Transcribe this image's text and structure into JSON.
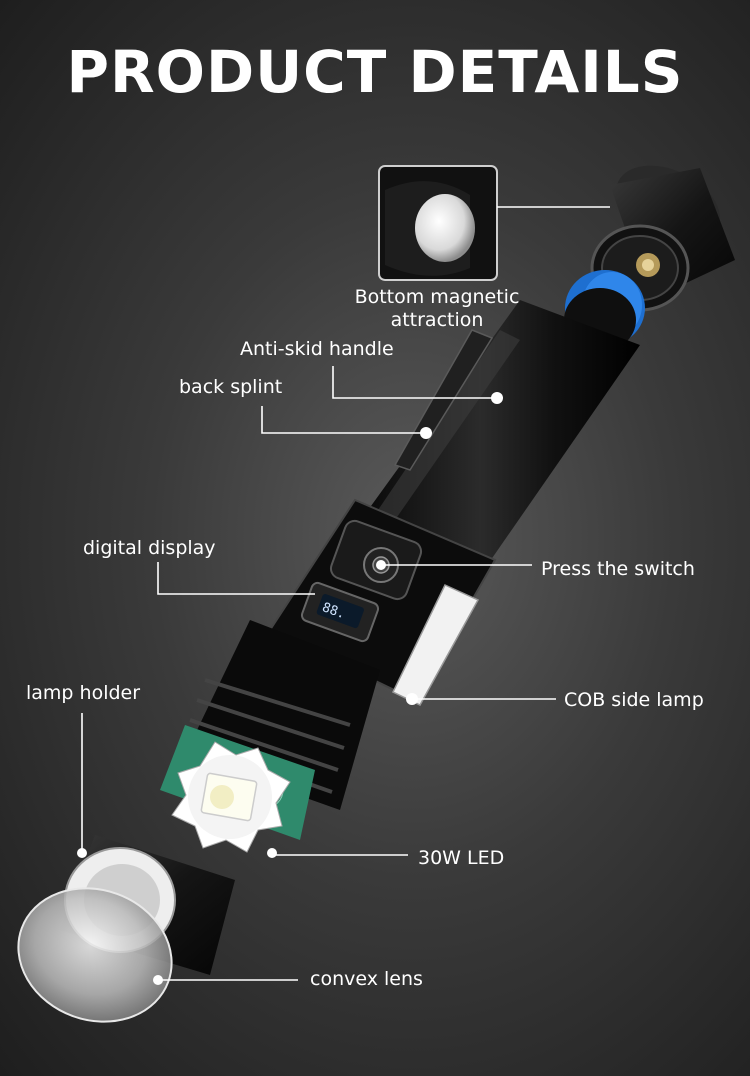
{
  "header": {
    "title": "PRODUCT DETAILS"
  },
  "callouts": {
    "bottom_magnetic_line1": "Bottom magnetic",
    "bottom_magnetic_line2": "attraction",
    "anti_skid_handle": "Anti-skid handle",
    "back_splint": "back splint",
    "digital_display": "digital display",
    "press_the_switch": "Press the switch",
    "lamp_holder": "lamp holder",
    "cob_side_lamp": "COB side lamp",
    "led": "30W LED",
    "convex_lens": "convex lens"
  },
  "colors": {
    "background": "#3a3a3a",
    "text": "#ffffff",
    "flashlight_body": "#141414",
    "battery_ring": "#1e6fd0",
    "cob_lamp": "#f2f2f2",
    "pcb": "#2f8a6c"
  },
  "icons": [
    "flashlight-image",
    "magnet-inset-image",
    "led-chip-image",
    "lens-image"
  ]
}
